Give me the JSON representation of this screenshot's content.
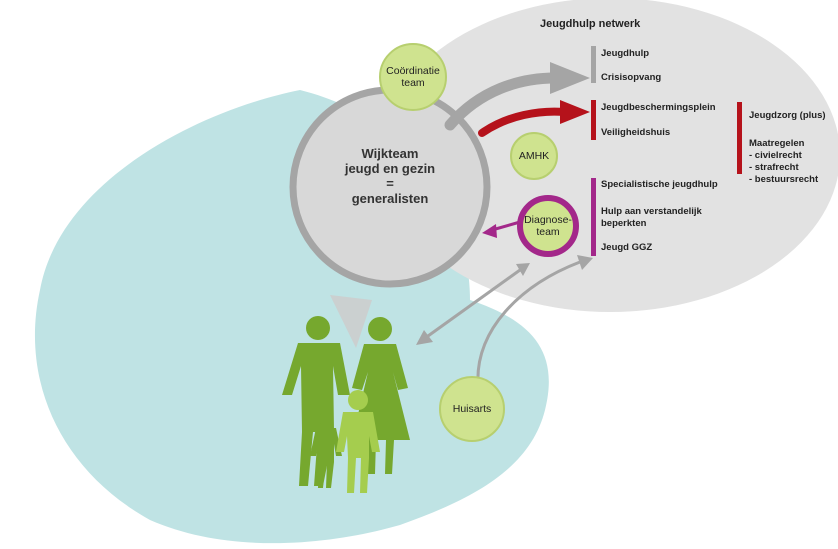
{
  "network": {
    "title": "Jeugdhulp netwerk",
    "items": {
      "jeugdhulp": "Jeugdhulp",
      "crisisopvang": "Crisisopvang",
      "jeugdbeschermingsplein": "Jeugdbeschermingsplein",
      "veiligheidshuis": "Veiligheidshuis",
      "specialistische": "Specialistische jeugdhulp",
      "hulp_line1": "Hulp aan verstandelijk",
      "hulp_line2": "beperkten",
      "ggz": "Jeugd GGZ"
    },
    "jeugdzorg": {
      "title": "Jeugdzorg (plus)",
      "maatregelen": "Maatregelen",
      "lines": [
        "- civielrecht",
        "- strafrecht",
        "- bestuursrecht"
      ]
    }
  },
  "wijkteam": {
    "lines": [
      "Wijkteam",
      "jeugd en gezin",
      "=",
      "generalisten"
    ]
  },
  "nodes": {
    "coordinatie": [
      "Coördinatie",
      "team"
    ],
    "amhk": "AMHK",
    "diagnose": [
      "Diagnose-",
      "team"
    ],
    "huisarts": "Huisarts"
  },
  "colors": {
    "lightblue": "#bfe3e4",
    "cloudgray": "#e2e2e2",
    "wijkfill": "#d8d8d8",
    "ringgray": "#a5a5a5",
    "nodegreen": "#cfe38f",
    "nodeborder": "#b7cf6f",
    "purple": "#a3288a",
    "red": "#b5121b",
    "figuredark": "#76a82e",
    "figurelight": "#a5cd4e"
  }
}
